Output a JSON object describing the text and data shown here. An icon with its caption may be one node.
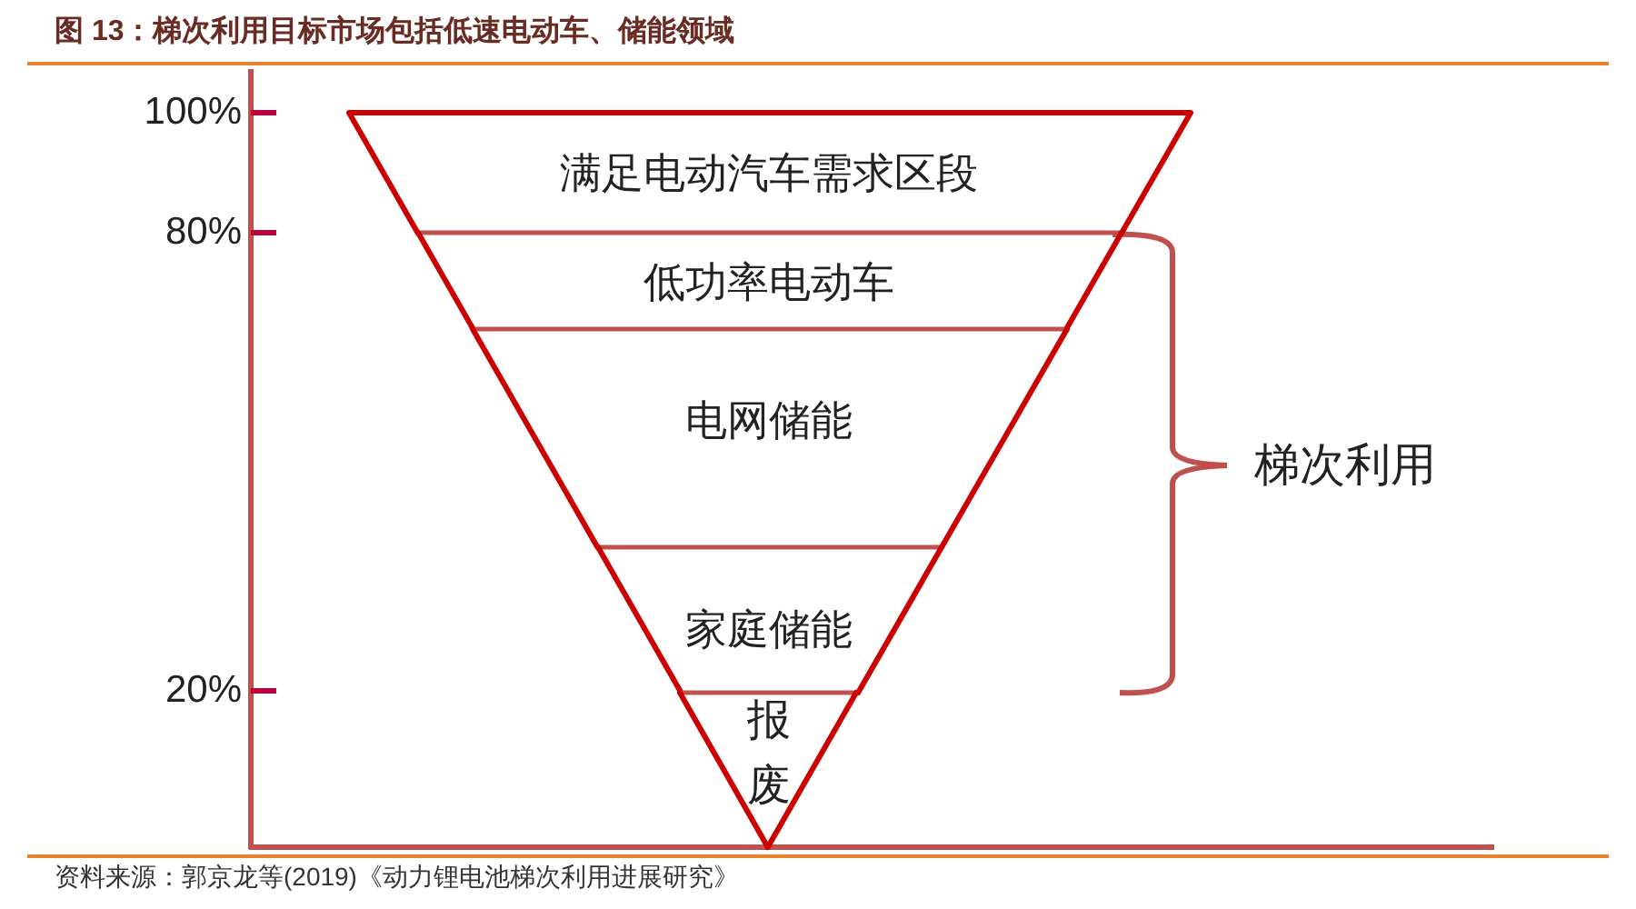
{
  "diagram": {
    "title": "图 13：梯次利用目标市场包括低速电动车、储能领域",
    "caption": "资料来源：郭京龙等(2019)《动力锂电池梯次利用进展研究》",
    "nodes": [
      {
        "text": [
          "满足电动汽车需求区段"
        ]
      },
      {
        "text": [
          "低功率电动车"
        ]
      },
      {
        "text": [
          "电网储能"
        ]
      },
      {
        "text": [
          "家庭储能"
        ]
      },
      {
        "text": [
          "报废"
        ]
      }
    ],
    "labels": [
      "100%",
      "80%",
      "20%",
      "梯次利用"
    ]
  }
}
